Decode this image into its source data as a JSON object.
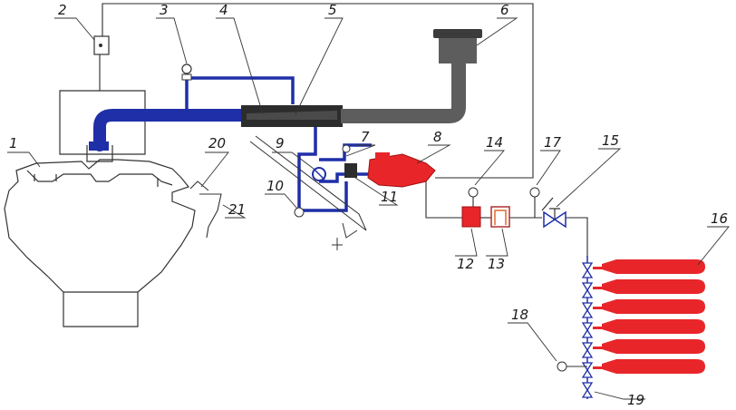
{
  "diagram": {
    "labels": [
      "1",
      "2",
      "3",
      "4",
      "5",
      "6",
      "7",
      "8",
      "9",
      "10",
      "11",
      "12",
      "13",
      "14",
      "15",
      "16",
      "17",
      "18",
      "19",
      "20",
      "21"
    ],
    "colors": {
      "blue": "#1f2fa8",
      "red": "#e8262a",
      "gray": "#5d5d5d",
      "line": "#2a2a2a"
    }
  }
}
